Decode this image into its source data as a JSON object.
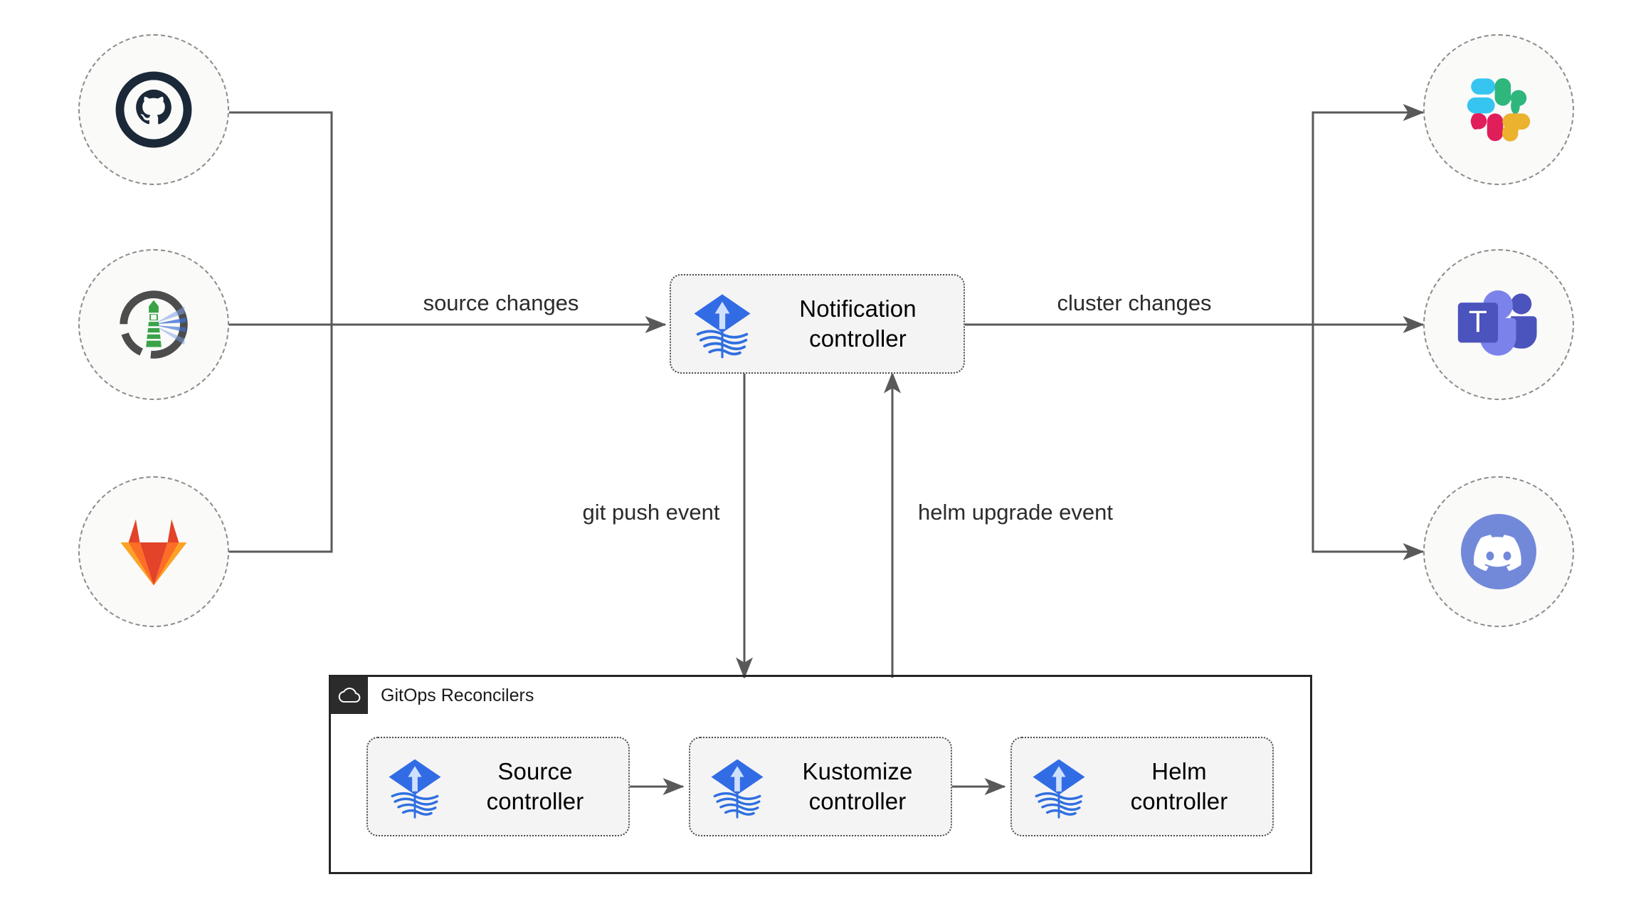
{
  "diagram": {
    "title": "Flux Notification Controller Architecture",
    "background": "#ffffff",
    "edge_color": "#595959",
    "node_border_color": "#8c8c8c",
    "box_fill": "#f4f4f4"
  },
  "sources": [
    {
      "id": "github",
      "icon": "github-icon",
      "label": "GitHub"
    },
    {
      "id": "flux",
      "icon": "flux-lighthouse-icon",
      "label": "Flux"
    },
    {
      "id": "gitlab",
      "icon": "gitlab-icon",
      "label": "GitLab"
    }
  ],
  "targets": [
    {
      "id": "slack",
      "icon": "slack-icon",
      "label": "Slack"
    },
    {
      "id": "teams",
      "icon": "microsoft-teams-icon",
      "label": "Microsoft Teams"
    },
    {
      "id": "discord",
      "icon": "discord-icon",
      "label": "Discord"
    }
  ],
  "notification": {
    "icon": "flux-cd-icon",
    "label": "Notification\ncontroller"
  },
  "group": {
    "icon": "cloud-icon",
    "title": "GitOps Reconcilers",
    "controllers": [
      {
        "id": "source",
        "icon": "flux-cd-icon",
        "label": "Source\ncontroller"
      },
      {
        "id": "kustomize",
        "icon": "flux-cd-icon",
        "label": "Kustomize\ncontroller"
      },
      {
        "id": "helm",
        "icon": "flux-cd-icon",
        "label": "Helm\ncontroller"
      }
    ]
  },
  "edges": [
    {
      "id": "source-changes",
      "label": "source changes"
    },
    {
      "id": "cluster-changes",
      "label": "cluster changes"
    },
    {
      "id": "git-push-event",
      "label": "git push event"
    },
    {
      "id": "helm-upgrade-event",
      "label": "helm upgrade event"
    }
  ],
  "colors": {
    "github": "#1b2838",
    "gitlab_red": "#e24329",
    "gitlab_orange": "#fc6d26",
    "gitlab_light_orange": "#fca326",
    "flux_green": "#3aa348",
    "flux_ring": "#4d4d4d",
    "flux_beam": "#3d6fd6",
    "fluxcd_blue": "#326ce5",
    "slack_cyan": "#36c5f0",
    "slack_green": "#2eb67d",
    "slack_red": "#e01e5a",
    "slack_yellow": "#ecb22e",
    "teams_dark": "#4b53bc",
    "teams_light": "#7b83eb",
    "discord_blurple": "#7289da",
    "group_border": "#262626",
    "group_header_bg": "#2b2b2b"
  }
}
